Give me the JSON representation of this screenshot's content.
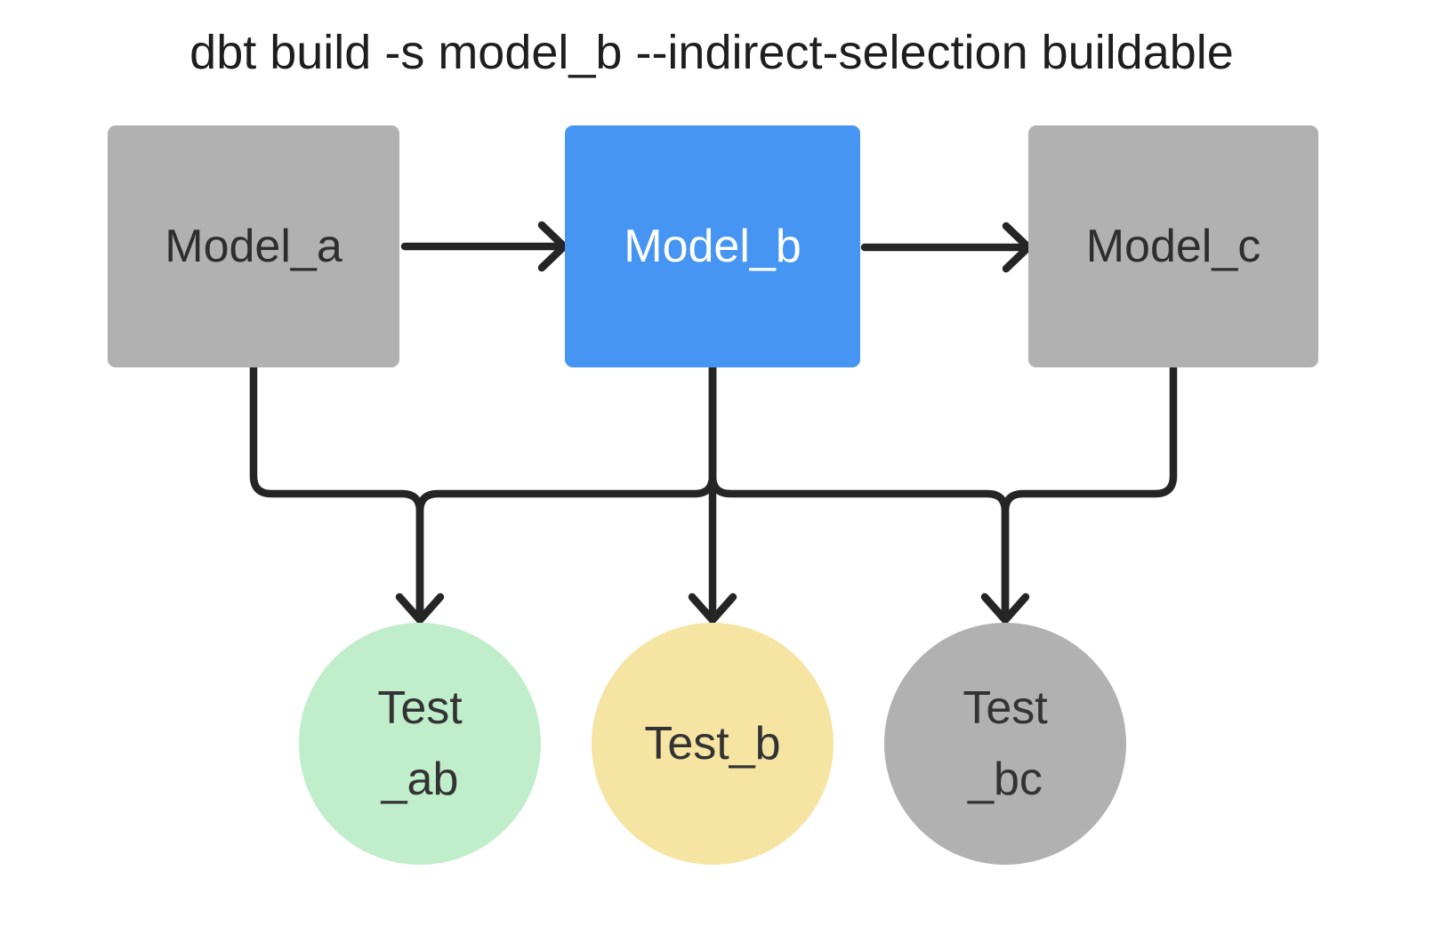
{
  "title": "dbt build -s model_b --indirect-selection buildable",
  "diagram": {
    "models": [
      {
        "id": "model_a",
        "label": "Model_a",
        "state": "unselected"
      },
      {
        "id": "model_b",
        "label": "Model_b",
        "state": "selected"
      },
      {
        "id": "model_c",
        "label": "Model_c",
        "state": "unselected"
      }
    ],
    "tests": [
      {
        "id": "test_ab",
        "lines": [
          "Test",
          "_ab"
        ],
        "color": "green"
      },
      {
        "id": "test_b",
        "lines": [
          "Test_b"
        ],
        "color": "yellow"
      },
      {
        "id": "test_bc",
        "lines": [
          "Test",
          "_bc"
        ],
        "color": "gray"
      }
    ],
    "edges": [
      {
        "from": "model_a",
        "to": "model_b"
      },
      {
        "from": "model_b",
        "to": "model_c"
      },
      {
        "from": "model_a",
        "to": "test_ab"
      },
      {
        "from": "model_b",
        "to": "test_ab"
      },
      {
        "from": "model_b",
        "to": "test_b"
      },
      {
        "from": "model_b",
        "to": "test_bc"
      },
      {
        "from": "model_c",
        "to": "test_bc"
      }
    ]
  },
  "colors": {
    "selected_model": "#4795f2",
    "unselected_gray": "#b1b1b2",
    "test_green": "#c0edca",
    "test_yellow": "#f6e4a2",
    "edge_stroke": "#252525",
    "background": "#ffffff"
  }
}
